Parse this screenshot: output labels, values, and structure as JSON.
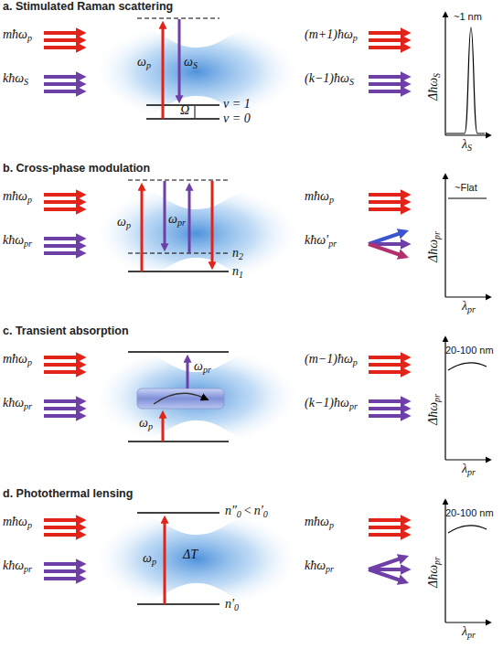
{
  "diagram": {
    "labels": [
      "a. Stimulated Raman scattering",
      "mħω",
      "p",
      "kħω",
      "S",
      "ω",
      "p",
      "ω",
      "S",
      "Ω",
      "ν = 1",
      "ν = 0",
      "(m+1)ħω",
      "p",
      "(k−1)ħω",
      "S",
      "Δħω",
      "S",
      "~1 nm",
      "λ",
      "S",
      "b. Cross-phase modulation",
      "mħω",
      "p",
      "kħω",
      "pr",
      "ω",
      "p",
      "ω",
      "pr",
      "n",
      "2",
      "n",
      "1",
      "mħω",
      "p",
      "kħω′",
      "pr",
      "Δħω",
      "pr",
      "~Flat",
      "λ",
      "pr",
      "c. Transient absorption",
      "mħω",
      "p",
      "kħω",
      "pr",
      "ω",
      "pr",
      "ω",
      "p",
      "(m−1)ħω",
      "p",
      "(k−1)ħω",
      "pr",
      "Δħω",
      "pr",
      "20-100 nm",
      "λ",
      "pr",
      "d. Photothermal lensing",
      "mħω",
      "p",
      "kħω",
      "pr",
      "n″",
      "0",
      "<",
      "n′",
      "0",
      "n′",
      "0",
      "ω",
      "p",
      "ΔT",
      "mħω",
      "p",
      "kħω",
      "pr",
      "Δħω",
      "pr",
      "20-100 nm",
      "λ",
      "pr"
    ]
  }
}
